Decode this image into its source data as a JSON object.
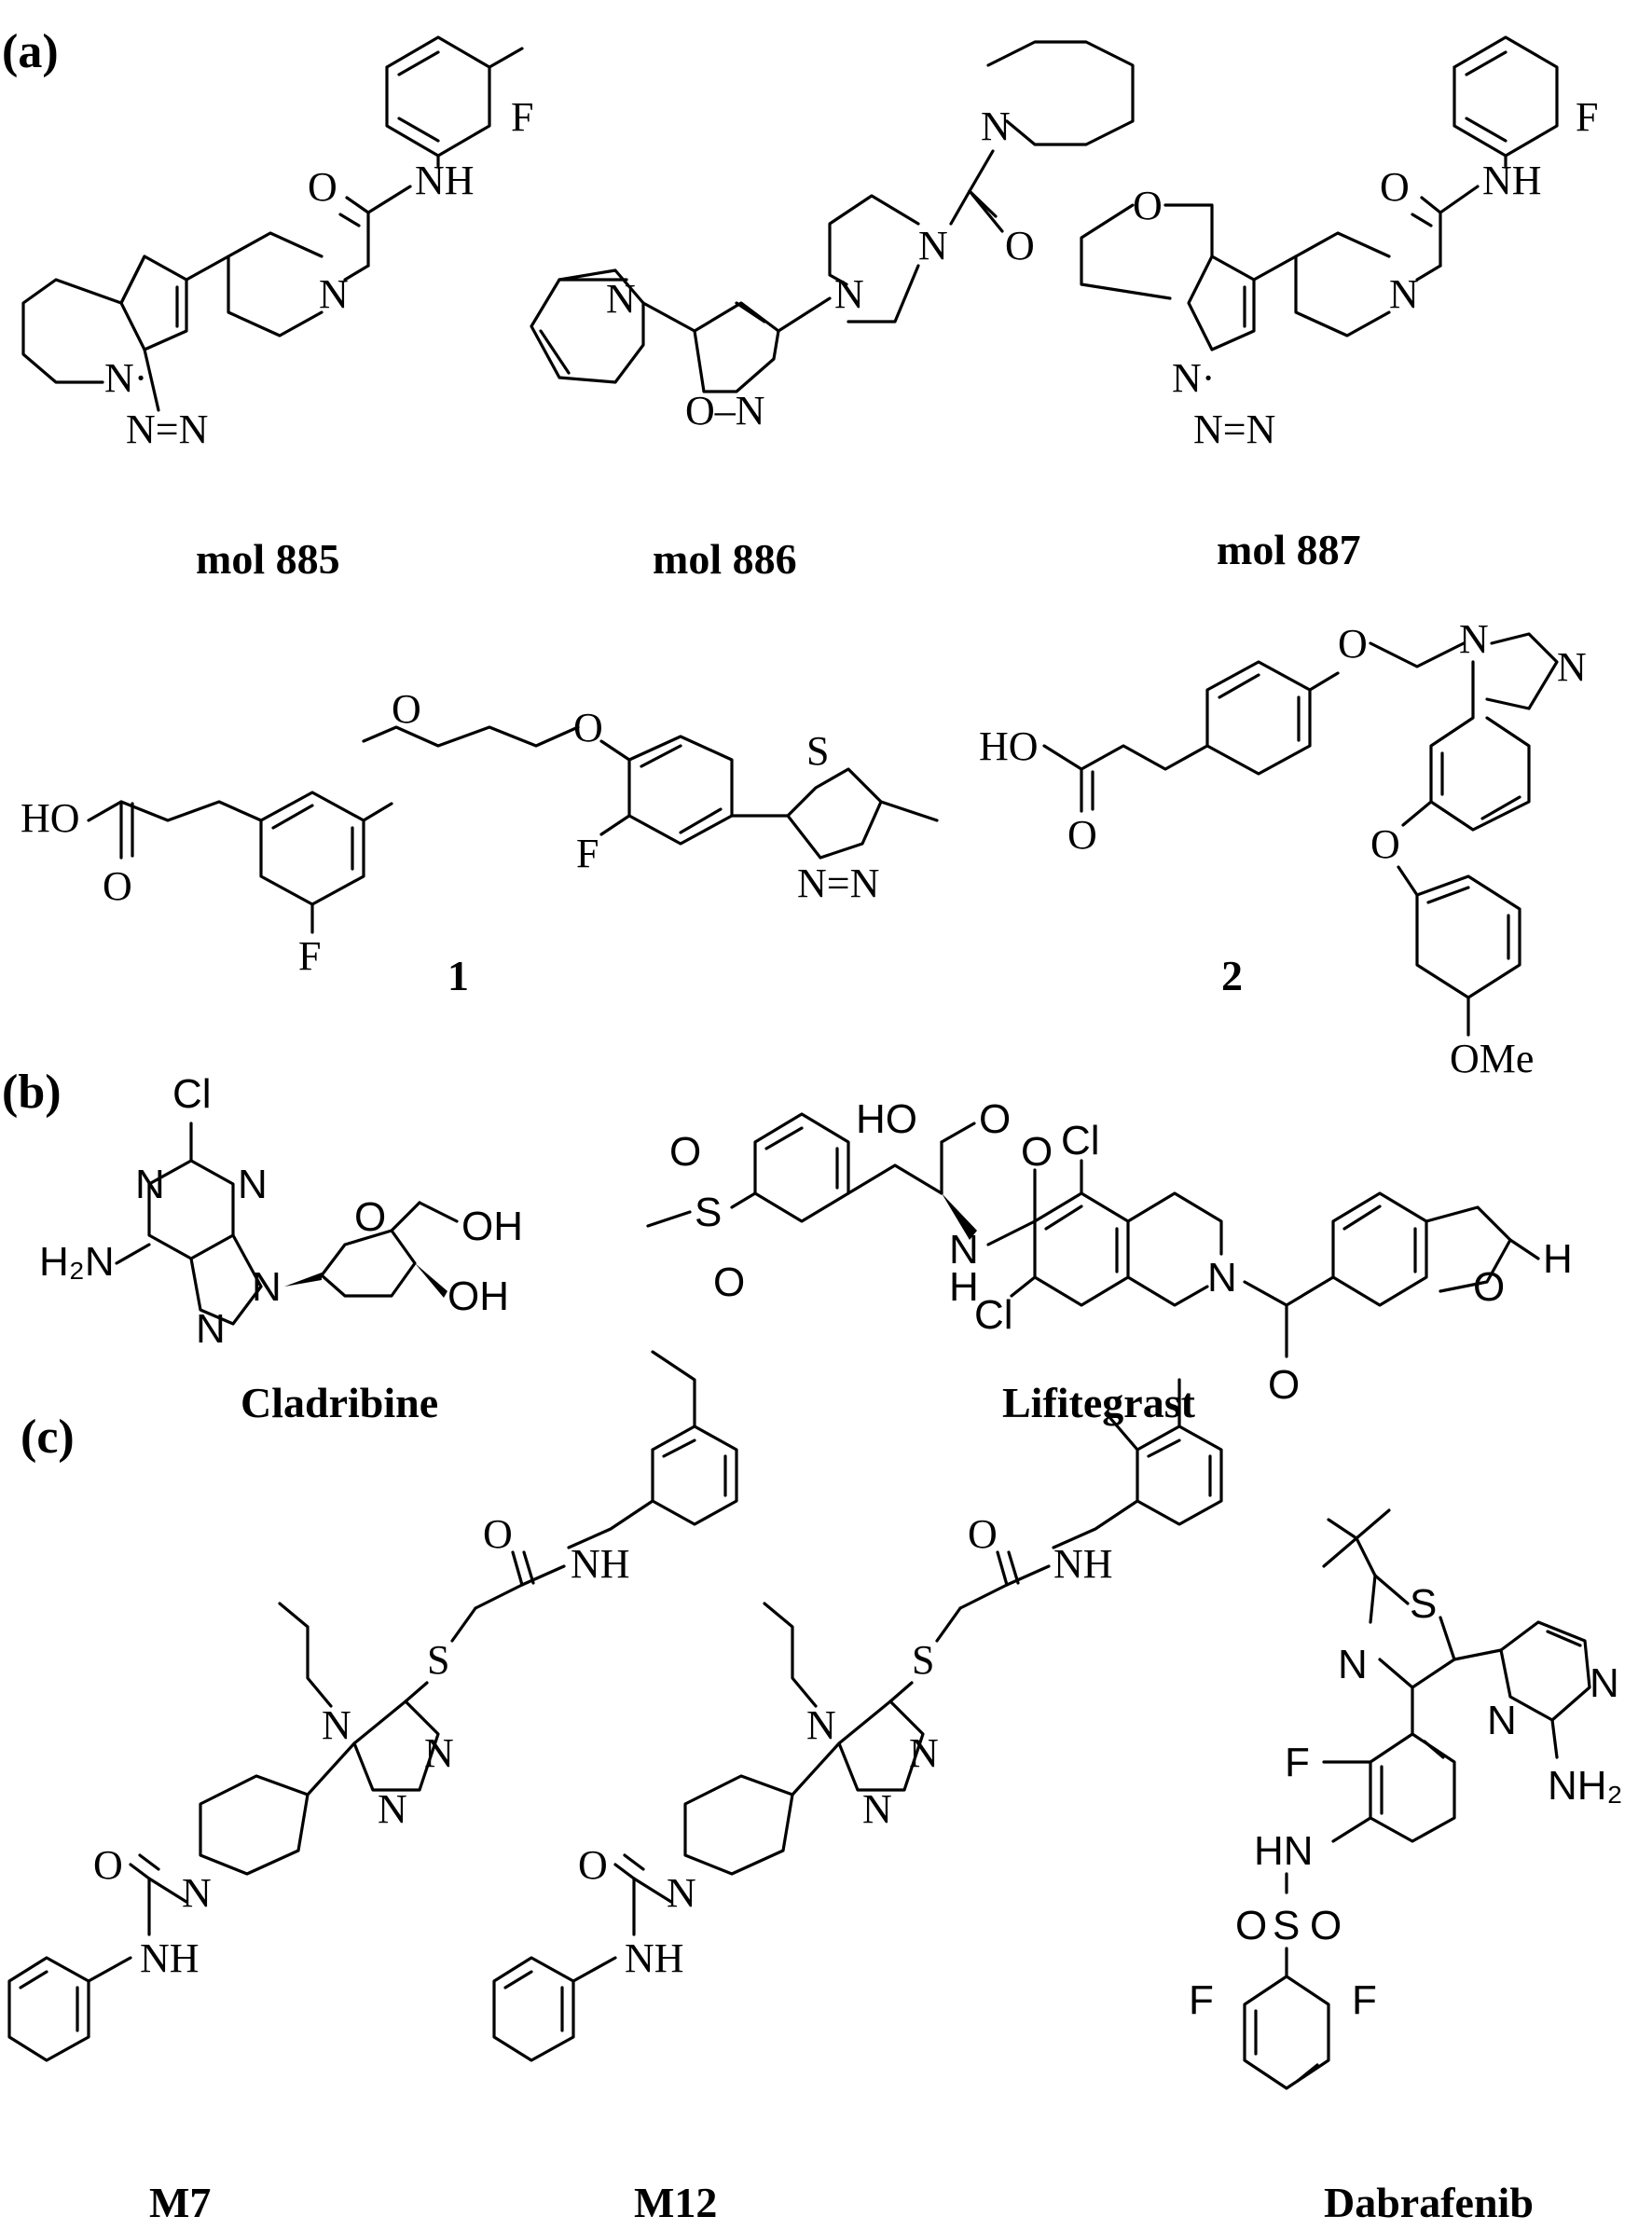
{
  "panels": [
    {
      "id": "a",
      "label": "(a)",
      "compounds": [
        "mol 885",
        "mol 886",
        "mol 887",
        "1",
        "2"
      ]
    },
    {
      "id": "b",
      "label": "(b)",
      "compounds": [
        "Cladribine",
        "Lifitegrast"
      ]
    },
    {
      "id": "c",
      "label": "(c)",
      "compounds": [
        "M7",
        "M12",
        "Dabrafenib"
      ]
    }
  ],
  "atoms": {
    "F": "F",
    "NH": "NH",
    "HN": "HN",
    "O": "O",
    "N": "N",
    "S": "S",
    "HO": "HO",
    "OH": "OH",
    "Cl": "Cl",
    "H2N": "H₂N",
    "NH2": "NH₂",
    "OMe": "OMe",
    "H": "H",
    "ON": "O–N",
    "NN": "N=N",
    "N_dot": "N·"
  }
}
